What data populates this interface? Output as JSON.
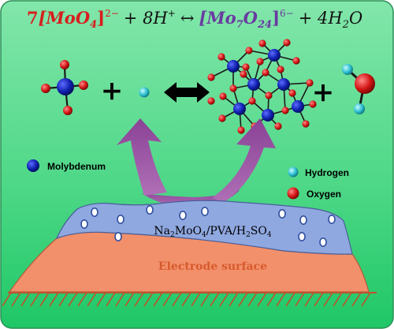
{
  "equation": {
    "coef_left": "7",
    "species_left": "[MoO",
    "species_left_sub": "4",
    "species_left_close": "]",
    "species_left_charge": "2−",
    "proton_term": "+ 8H",
    "proton_charge": "+",
    "arrow": "↔",
    "species_right": "[Mo",
    "species_right_sub1": "7",
    "species_right_mid": "O",
    "species_right_sub2": "24",
    "species_right_close": "]",
    "species_right_charge": "6−",
    "water_term": "+ 4H",
    "water_sub": "2",
    "water_tail": "O"
  },
  "reaction": {
    "plus_1": "+",
    "plus_2": "+"
  },
  "legend": {
    "molybdenum": "Molybdenum",
    "hydrogen": "Hydrogen",
    "oxygen": "Oxygen"
  },
  "layers": {
    "gel_label_pre": "Na",
    "gel_label_sub1": "2",
    "gel_label_mid": "MoO",
    "gel_label_sub2": "4",
    "gel_label_mid2": "/PVA/H",
    "gel_label_sub3": "2",
    "gel_label_mid3": "SO",
    "gel_label_sub4": "4",
    "electrode_label": "Electrode surface"
  },
  "colors": {
    "background_top": "#7fe3a7",
    "background_bottom": "#22cc6a",
    "molybdenum": "#1020b0",
    "oxygen": "#d41515",
    "hydrogen": "#2bbfcf",
    "gel_layer": "#8fa8e0",
    "electrode_layer": "#f2906b",
    "arrow_purple": "#9a56a6",
    "equation_red": "#d81e1e",
    "equation_purple": "#6a3aa0"
  }
}
